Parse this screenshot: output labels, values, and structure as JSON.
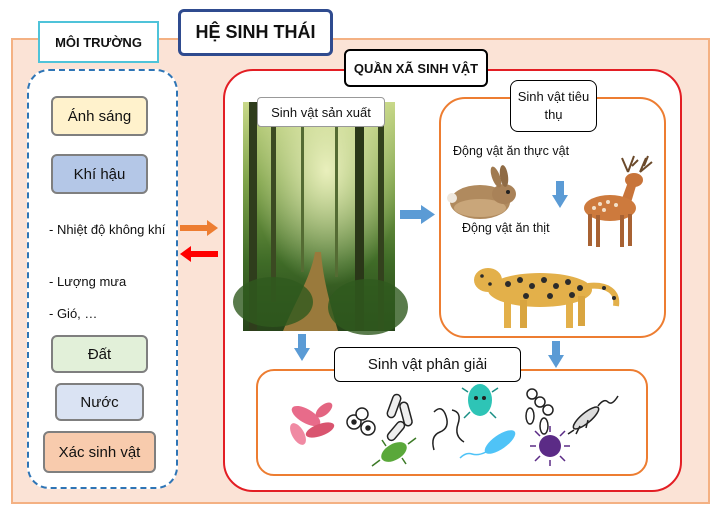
{
  "title": "HỆ SINH THÁI",
  "environment": {
    "title": "MÔI TRƯỜNG",
    "light": "Ánh sáng",
    "climate": "Khí hậu",
    "climate_items": [
      "- Nhiệt độ không khí",
      "- Lượng mưa",
      "- Gió, …"
    ],
    "soil": "Đất",
    "water": "Nước",
    "dead_organisms": "Xác sinh vật"
  },
  "community": {
    "title": "QUẦN XÃ SINH VẬT",
    "producer_label": "Sinh vật sản xuất",
    "consumer": {
      "title": "Sinh vật tiêu thụ",
      "herbivore_label": "Động vật ăn thực vật",
      "carnivore_label": "Động vật ăn thịt"
    },
    "decomposer_label": "Sinh vật phân giải"
  },
  "colors": {
    "arrow_to_community": "#ed7d31",
    "arrow_to_environment": "#ff0000",
    "flow_arrow": "#5b9bd5",
    "outer_panel": "#fbe3d6",
    "community_border": "#e31e24"
  },
  "icons": [
    "forest-image",
    "rabbit-icon",
    "deer-icon",
    "jaguar-icon",
    "bacteria-icons"
  ]
}
